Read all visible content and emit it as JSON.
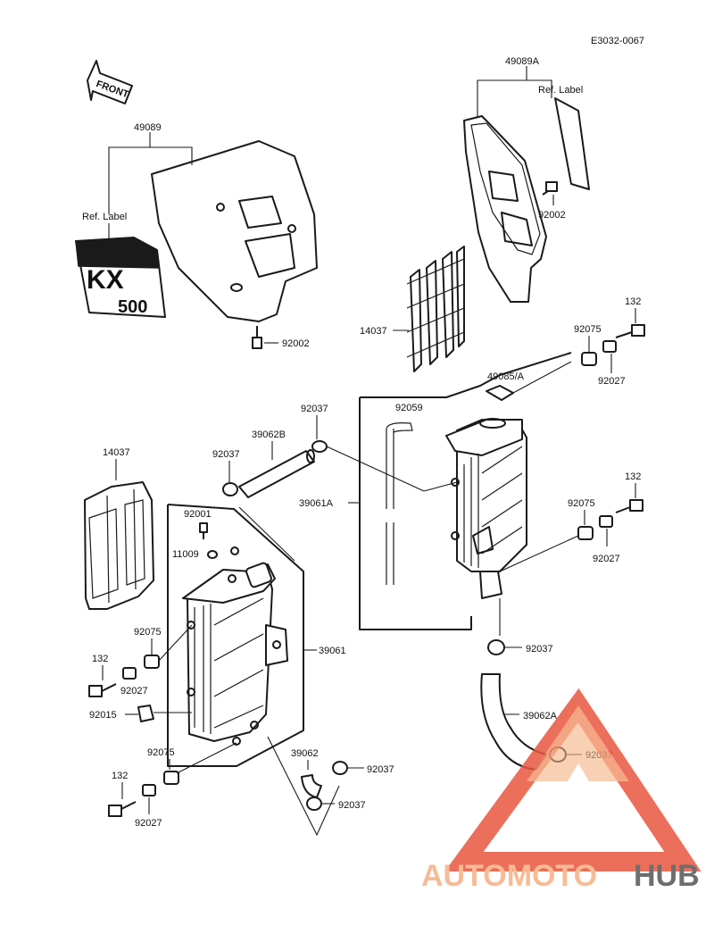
{
  "doc_code": "E3032-0067",
  "front_label": "FRONT",
  "cover_text": {
    "model": "KX",
    "size": "500"
  },
  "logo": {
    "part1": "AUTOMOTO",
    "part2": "HUB",
    "color_main": "#f4b183",
    "color_accent": "#e9573f",
    "color_text2": "#555555"
  },
  "labels": {
    "p49089": "49089",
    "ref_label_left": "Ref. Label",
    "p92002_left": "92002",
    "p49089A": "49089A",
    "ref_label_right": "Ref. Label",
    "p92002_right": "92002",
    "p14037_top": "14037",
    "p92075_tr": "92075",
    "p132_tr": "132",
    "p92027_tr": "92027",
    "p49085A": "49085/A",
    "p92037_top": "92037",
    "p92059": "92059",
    "p39062B": "39062B",
    "p92037_mid": "92037",
    "p14037_left": "14037",
    "p39061A": "39061A",
    "p92001": "92001",
    "p11009": "11009",
    "p132_mr": "132",
    "p92075_mr": "92075",
    "p92027_mr": "92027",
    "p39061": "39061",
    "p92075_ml": "92075",
    "p132_ml": "132",
    "p92027_ml": "92027",
    "p92015": "92015",
    "p92037_rh": "92037",
    "p39062A": "39062A",
    "p92037_br": "92037",
    "p92075_bl": "92075",
    "p39062": "39062",
    "p92037_b1": "92037",
    "p92037_b2": "92037",
    "p132_bl": "132",
    "p92027_bl": "92027"
  }
}
